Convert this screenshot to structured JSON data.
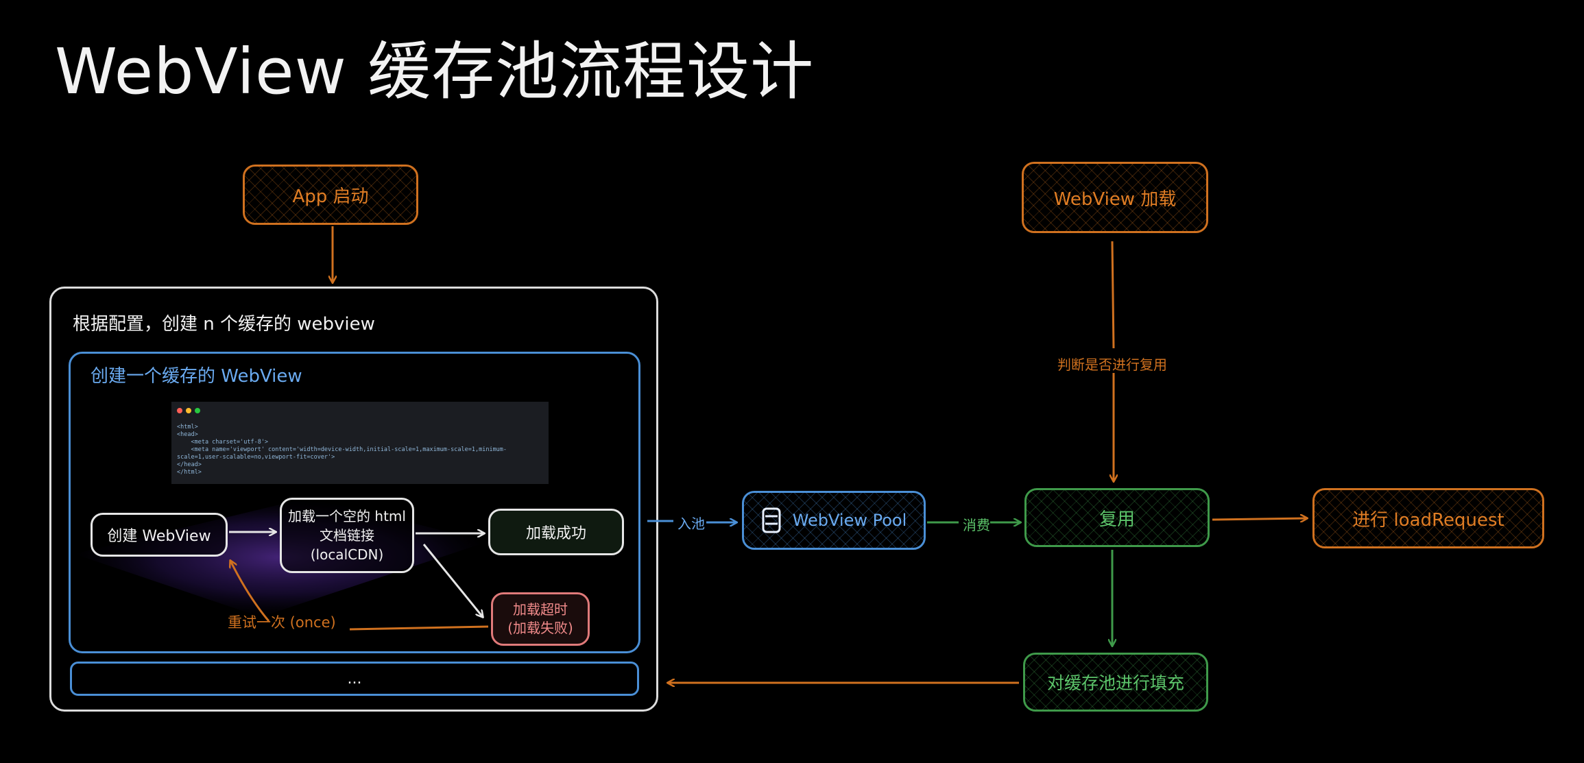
{
  "title": "WebView 缓存池流程设计",
  "nodes": {
    "app_start": "App 启动",
    "webview_load": "WebView 加载",
    "outer_label": "根据配置，创建 n 个缓存的 webview",
    "inner_label": "创建一个缓存的 WebView",
    "create_webview": "创建 WebView",
    "load_empty_line1": "加载一个空的 html",
    "load_empty_line2": "文档链接",
    "load_empty_line3": "(localCDN)",
    "load_success": "加载成功",
    "load_timeout_line1": "加载超时",
    "load_timeout_line2": "(加载失败)",
    "retry": "重试一次 (once)",
    "ellipsis": "...",
    "pool": "WebView Pool",
    "reuse": "复用",
    "load_request": "进行 loadRequest",
    "refill": "对缓存池进行填充"
  },
  "edges": {
    "enter_pool": "入池",
    "consume": "消费",
    "judge_reuse": "判断是否进行复用"
  },
  "code_snippet": "<html>\n<head>\n    <meta charset='utf-8'>\n    <meta name='viewport' content='width=device-width,initial-scale=1,maximum-scale=1,minimum-\nscale=1,user-scalable=no,viewport-fit=cover'>\n</head>\n</html>",
  "colors": {
    "orange": "#d0711f",
    "green": "#3f9a4a",
    "blue": "#4a8fd6",
    "white": "#e6e6e6",
    "red": "#e07a7a"
  }
}
